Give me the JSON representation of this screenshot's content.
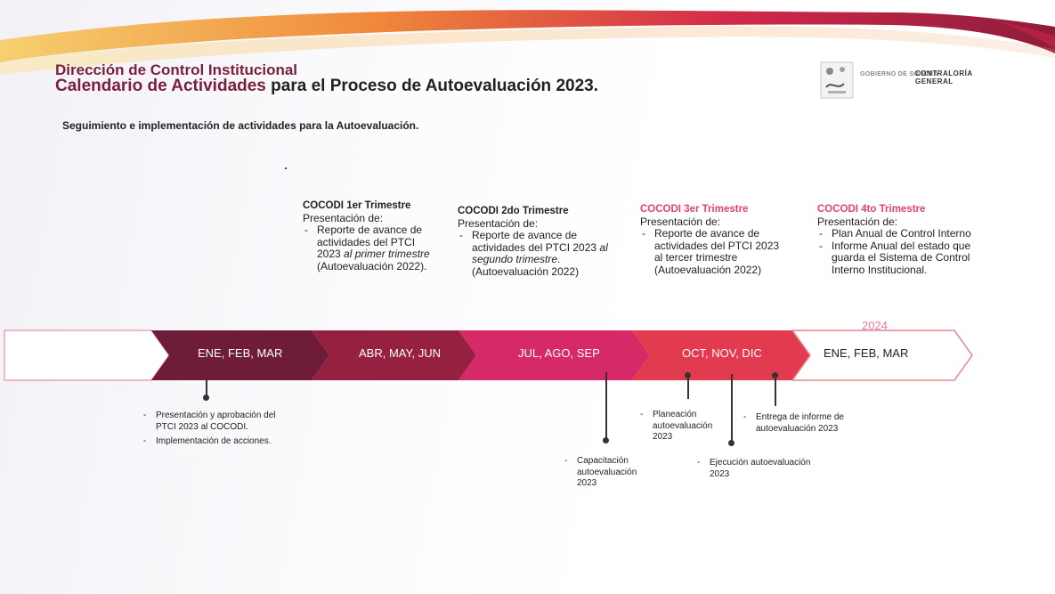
{
  "header": {
    "title_line1": "Dirección de Control Institucional",
    "title_line2_prefix": "Calendario de Actividades",
    "title_line2_suffix": " para el Proceso de Autoevaluación 2023.",
    "subtitle": "Seguimiento e implementación de actividades para la Autoevaluación."
  },
  "logo": {
    "gov_text": "GOBIERNO DE SONORA",
    "org_line1": "CONTRALORÍA",
    "org_line2": "GENERAL"
  },
  "quarters": [
    {
      "heading": "COCODI 1er Trimestre",
      "intro": "Presentación de:",
      "items": [
        {
          "parts": [
            "Reporte de avance de actividades del PTCI 2023 ",
            "al primer trimestre",
            " (Autoevaluación 2022)."
          ]
        }
      ]
    },
    {
      "heading": "COCODI 2do Trimestre",
      "intro": "Presentación de:",
      "items": [
        {
          "parts": [
            "Reporte de avance de actividades del PTCI 2023 ",
            "al segundo trimestre",
            ". (Autoevaluación 2022)"
          ]
        }
      ]
    },
    {
      "heading": "COCODI 3er Trimestre",
      "intro": "Presentación de:",
      "items": [
        {
          "parts": [
            "Reporte de avance de actividades del PTCI 2023 al tercer trimestre (Autoevaluación 2022)"
          ]
        }
      ]
    },
    {
      "heading": "COCODI 4to Trimestre",
      "intro": "Presentación de:",
      "items": [
        {
          "parts": [
            "Plan Anual de Control Interno"
          ]
        },
        {
          "parts": [
            "Informe Anual del estado que guarda el Sistema de Control Interno Institucional."
          ]
        }
      ]
    }
  ],
  "year_label": "2024",
  "timeline": {
    "segments": [
      {
        "label": "ENE, FEB, MAR",
        "color": "#6e1c38"
      },
      {
        "label": "ABR, MAY, JUN",
        "color": "#96203f"
      },
      {
        "label": "JUL, AGO, SEP",
        "color": "#d62a68"
      },
      {
        "label": "OCT, NOV, DIC",
        "color": "#e23a4e"
      },
      {
        "label": "ENE, FEB, MAR",
        "color": "#ffffff"
      }
    ]
  },
  "notes": {
    "q1_a": "Presentación y aprobación del PTCI 2023 al COCODI.",
    "q1_b": "Implementación de acciones.",
    "capacitacion": "Capacitación autoevaluación 2023",
    "planeacion": "Planeación autoevaluación 2023",
    "ejecucion": "Ejecución autoevaluación 2023",
    "entrega": "Entrega de informe de autoevaluación 2023"
  },
  "colors": {
    "heading_dark": "#222222",
    "heading_pink": "#e0417a",
    "year_pink": "#e8799c",
    "title_maroon": "#7a1f3c"
  }
}
